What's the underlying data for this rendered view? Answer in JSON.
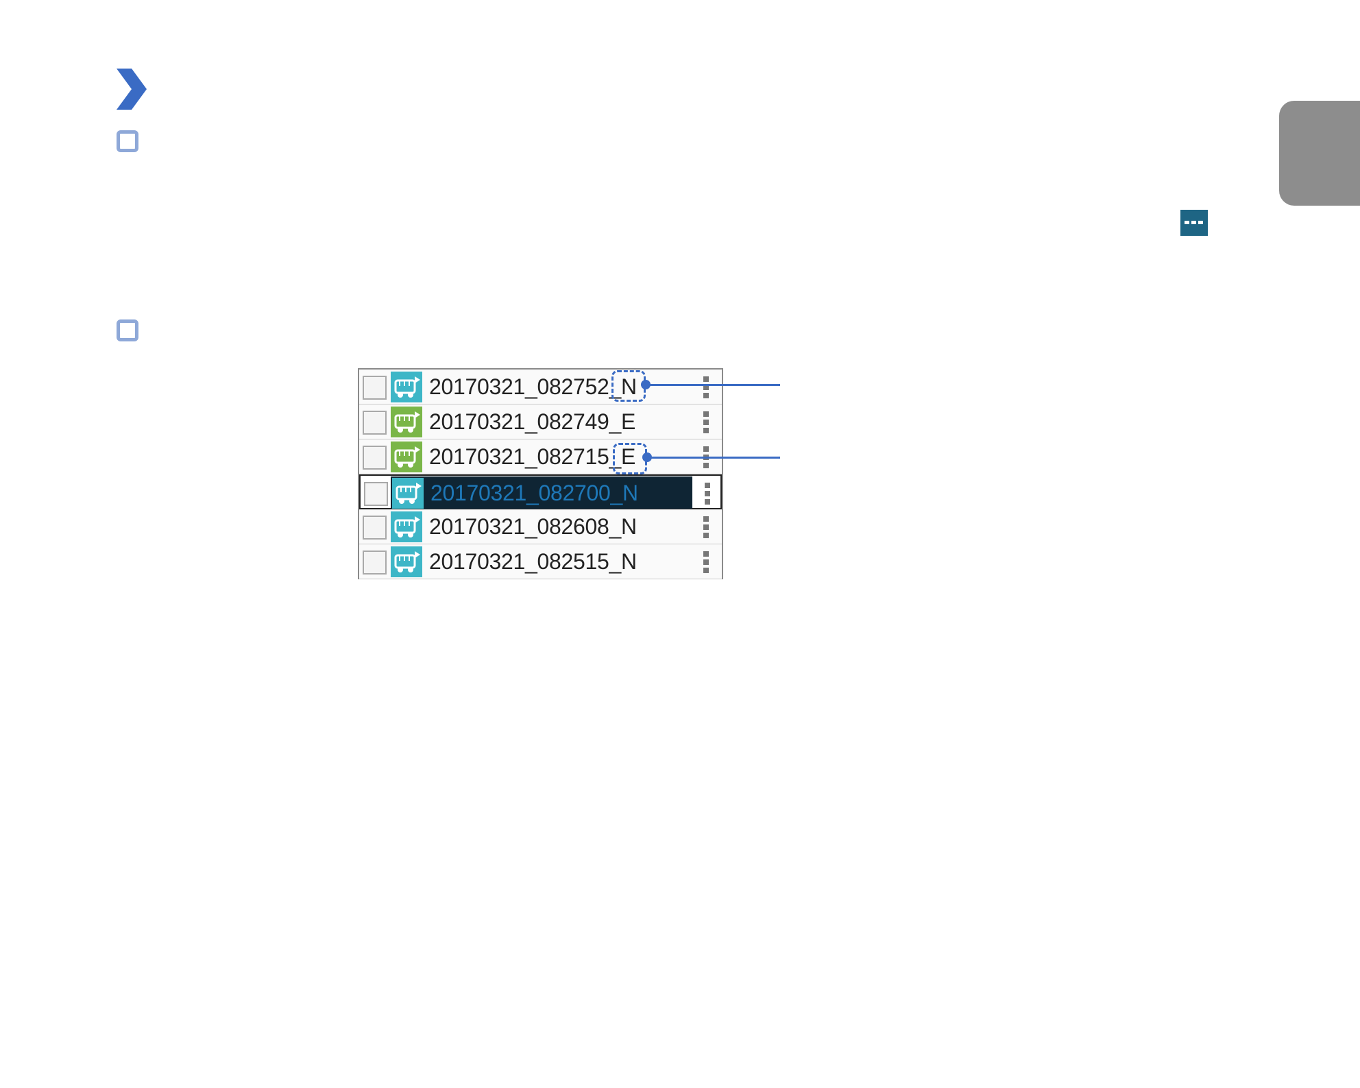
{
  "file_list": {
    "rows": [
      {
        "name": "20170321_082752_N",
        "icon": "normal-recording-icon",
        "icon_color": "#3db6c7",
        "selected": false
      },
      {
        "name": "20170321_082749_E",
        "icon": "event-recording-icon",
        "icon_color": "#7ab648",
        "selected": false
      },
      {
        "name": "20170321_082715_E",
        "icon": "event-recording-icon",
        "icon_color": "#7ab648",
        "selected": false
      },
      {
        "name": "20170321_082700_N",
        "icon": "normal-recording-icon",
        "icon_color": "#3db6c7",
        "selected": true
      },
      {
        "name": "20170321_082608_N",
        "icon": "normal-recording-icon",
        "icon_color": "#3db6c7",
        "selected": false
      },
      {
        "name": "20170321_082515_N",
        "icon": "normal-recording-icon",
        "icon_color": "#3db6c7",
        "selected": false
      }
    ]
  },
  "colors": {
    "accent_blue": "#3a6bc4",
    "bullet_border": "#8ea8d8",
    "more_button": "#1e6584",
    "side_tab": "#8d8d8d",
    "selected_row_bg": "#0f2534",
    "selected_row_text": "#1e78b8"
  },
  "icons": [
    "chevron-right-icon",
    "more-options-icon",
    "kebab-menu-icon",
    "checkbox-icon"
  ]
}
